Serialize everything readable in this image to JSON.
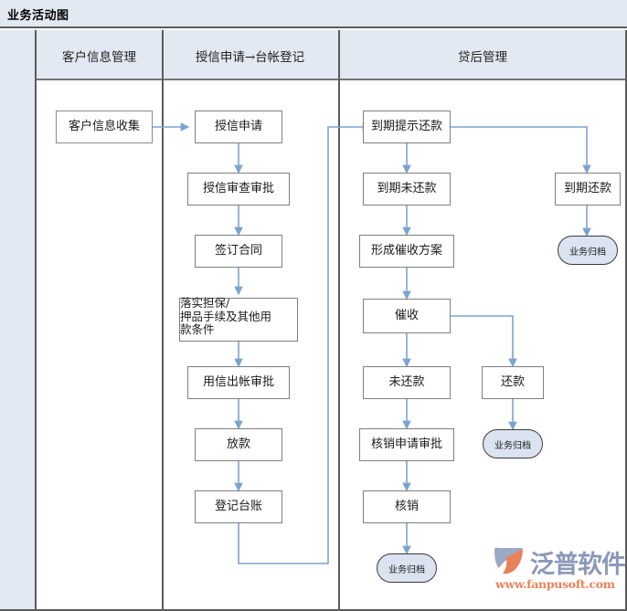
{
  "titlebar": {
    "title": "业务活动图"
  },
  "columns": [
    {
      "label": "",
      "name": "swimlane-empty"
    },
    {
      "label": "客户信息管理",
      "name": "swimlane-customer-info"
    },
    {
      "label": "授信申请→台帐登记",
      "name": "swimlane-credit-application"
    },
    {
      "label": "贷后管理",
      "name": "swimlane-post-loan"
    }
  ],
  "nodes": {
    "customer_info_collect": "客户信息收集",
    "credit_apply": "授信申请",
    "credit_review": "授信审查审批",
    "sign_contract": "签订合同",
    "guarantee_line1": "落实担保/",
    "guarantee_line2": "押品手续及其他用",
    "guarantee_line3": "款条件",
    "use_credit_approve": "用信出帐审批",
    "disburse": "放款",
    "register_ledger": "登记台账",
    "due_reminder": "到期提示还款",
    "due_unpaid": "到期未还款",
    "collection_plan": "形成催收方案",
    "collection": "催收",
    "unpaid": "未还款",
    "writeoff_apply": "核销申请审批",
    "writeoff": "核销",
    "due_repaid": "到期还款",
    "repaid": "还款",
    "archive_1": "业务归档",
    "archive_2": "业务归档",
    "archive_3": "业务归档"
  },
  "watermark": {
    "brand": "泛普软件",
    "url": "www.fanpusoft.com"
  },
  "colors": {
    "header_band": "#e3e9f3",
    "frame_line": "#5c5c5c",
    "node_border": "#7f7f7f",
    "connector": "#7ba3d0",
    "terminal_fill": "#dce3f0",
    "brand_text": "#8b99b8",
    "brand_url": "#e8825a"
  }
}
